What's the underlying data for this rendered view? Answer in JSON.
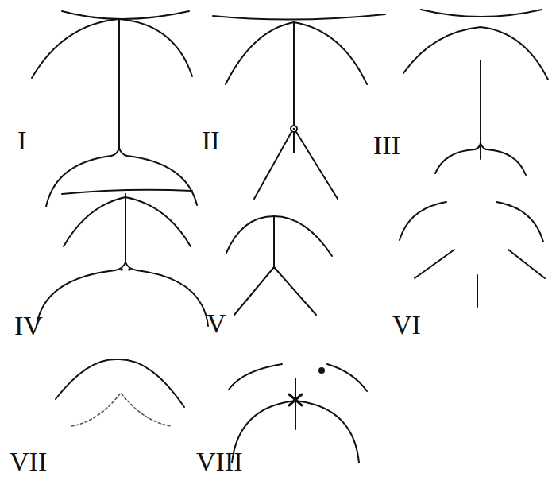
{
  "diagram": {
    "labels": [
      "I",
      "II",
      "III",
      "IV",
      "V",
      "VI",
      "VII",
      "VIII"
    ]
  }
}
